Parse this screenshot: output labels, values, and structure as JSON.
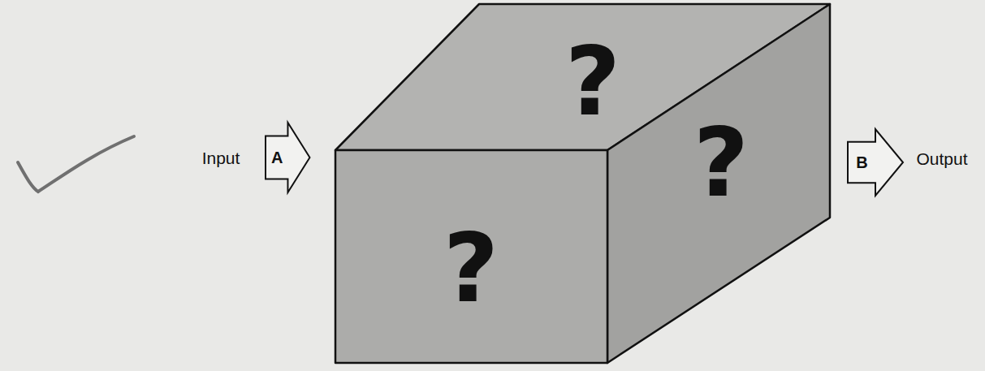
{
  "diagram": {
    "nodes": [
      {
        "text": [
          "A"
        ]
      },
      {
        "text": [
          "?",
          "?",
          "?"
        ]
      },
      {
        "text": [
          "B"
        ]
      }
    ],
    "labels": [
      "Input",
      "Output"
    ]
  }
}
